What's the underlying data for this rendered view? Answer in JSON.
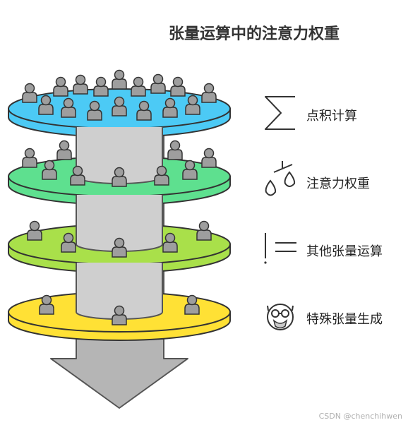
{
  "title": "张量运算中的注意力权重",
  "layers": [
    {
      "name": "点积计算",
      "icon": "summation-icon",
      "fill": "#4ccaf5",
      "people": 16
    },
    {
      "name": "注意力权重",
      "icon": "balance-scale-icon",
      "fill": "#5ee08f",
      "people": 10
    },
    {
      "name": "其他张量运算",
      "icon": "separator-lines-icon",
      "fill": "#a9e04a",
      "people": 6
    },
    {
      "name": "特殊张量生成",
      "icon": "face-with-glasses-icon",
      "fill": "#ffe135",
      "people": 3
    }
  ],
  "colors": {
    "column": "#cfcfcf",
    "arrow": "#b5b5b5",
    "person": "#9e9e9e",
    "outline": "#333333"
  },
  "watermark": "CSDN @chenchihwen"
}
